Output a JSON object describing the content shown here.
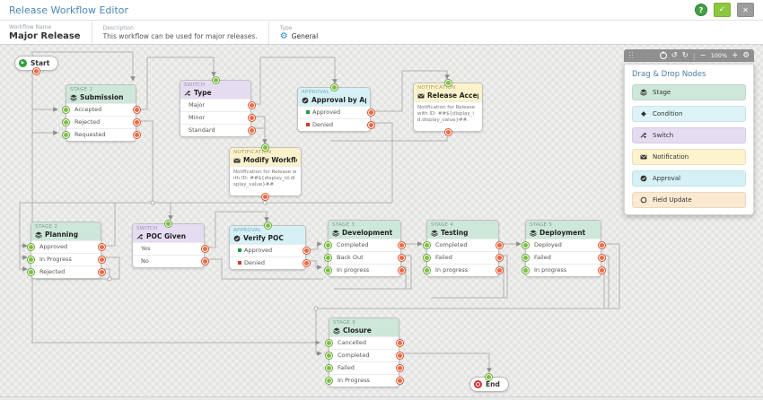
{
  "header": {
    "title": "Release Workflow Editor",
    "help_icon": "?",
    "confirm_icon": "✓",
    "close_icon": "✕"
  },
  "properties": {
    "workflow_name_label": "Workflow Name",
    "workflow_name": "Major Release",
    "description_label": "Description",
    "description": "This workflow can be used for major releases.",
    "type_label": "Type",
    "type_icon": "⚙",
    "type_value": "General"
  },
  "toolbar": {
    "undo_icon": "↺",
    "redo_icon": "↻",
    "zoom_out_icon": "−",
    "zoom_level": "100%",
    "zoom_in_icon": "+",
    "settings_icon": "⚙"
  },
  "palette": {
    "title": "Drag & Drop Nodes",
    "items": [
      {
        "label": "Stage",
        "icon": "stage-icon",
        "color": "#cde7d8"
      },
      {
        "label": "Condition",
        "icon": "condition-icon",
        "color": "#dcf4f8"
      },
      {
        "label": "Switch",
        "icon": "switch-icon",
        "color": "#e6dcf2"
      },
      {
        "label": "Notification",
        "icon": "notification-icon",
        "color": "#fdf3cd"
      },
      {
        "label": "Approval",
        "icon": "approval-icon",
        "color": "#d5f1f6"
      },
      {
        "label": "Field Update",
        "icon": "field-update-icon",
        "color": "#fbe9d2"
      }
    ]
  },
  "canvas": {
    "nodes": {
      "start": {
        "label": "Start"
      },
      "end": {
        "label": "End"
      },
      "stage1": {
        "type_label": "Stage 1",
        "title": "Submission",
        "rows": [
          "Accepted",
          "Rejected",
          "Requested"
        ]
      },
      "type_switch": {
        "type_label": "Switch",
        "title": "Type",
        "rows": [
          "Major",
          "Minor",
          "Standard"
        ]
      },
      "approval_application": {
        "type_label": "Approval",
        "title": "Approval by Appli...",
        "rows": [
          "Approved",
          "Denied"
        ]
      },
      "release_accepted": {
        "type_label": "Notification",
        "title": "Release Accepted",
        "body": "Notification for Release with ID: ##${display_id.display_value}##."
      },
      "modify_workflow": {
        "type_label": "Notification",
        "title": "Modify Workflow",
        "body": "Notification for Release with ID: ##${display_id.display_value}##."
      },
      "stage2": {
        "type_label": "Stage 2",
        "title": "Planning",
        "rows": [
          "Approved",
          "In Progress",
          "Rejected"
        ]
      },
      "poc_given": {
        "type_label": "Switch",
        "title": "POC Given",
        "rows": [
          "Yes",
          "No"
        ]
      },
      "verify_poc": {
        "type_label": "Approval",
        "title": "Verify POC",
        "rows": [
          "Approved",
          "Denied"
        ]
      },
      "stage3": {
        "type_label": "Stage 3",
        "title": "Development",
        "rows": [
          "Completed",
          "Back Out",
          "In progress"
        ]
      },
      "stage4": {
        "type_label": "Stage 4",
        "title": "Testing",
        "rows": [
          "Completed",
          "Failed",
          "In progress"
        ]
      },
      "stage5": {
        "type_label": "Stage 5",
        "title": "Deployment",
        "rows": [
          "Deployed",
          "Failed",
          "In progress"
        ]
      },
      "stage6": {
        "type_label": "Stage 6",
        "title": "Closure",
        "rows": [
          "Cancelled",
          "Completed",
          "Failed",
          "In Progress"
        ]
      }
    }
  },
  "colors": {
    "header_title": "#4a86b8",
    "confirm_button": "#8dc63f",
    "close_button": "#9d9d9d",
    "stage_header": "#cde7d9",
    "switch_header": "#e6dcf2",
    "approval_header": "#d5f1f6",
    "notification_header": "#fbf2cb",
    "input_port": "#7bbf3e",
    "output_port": "#f0663f",
    "approved_bullet": "#1e9e40",
    "denied_bullet": "#d43a2f",
    "wire": "#b3b3b3",
    "start_icon": "#2f9e3f",
    "end_icon": "#d62f2f"
  }
}
